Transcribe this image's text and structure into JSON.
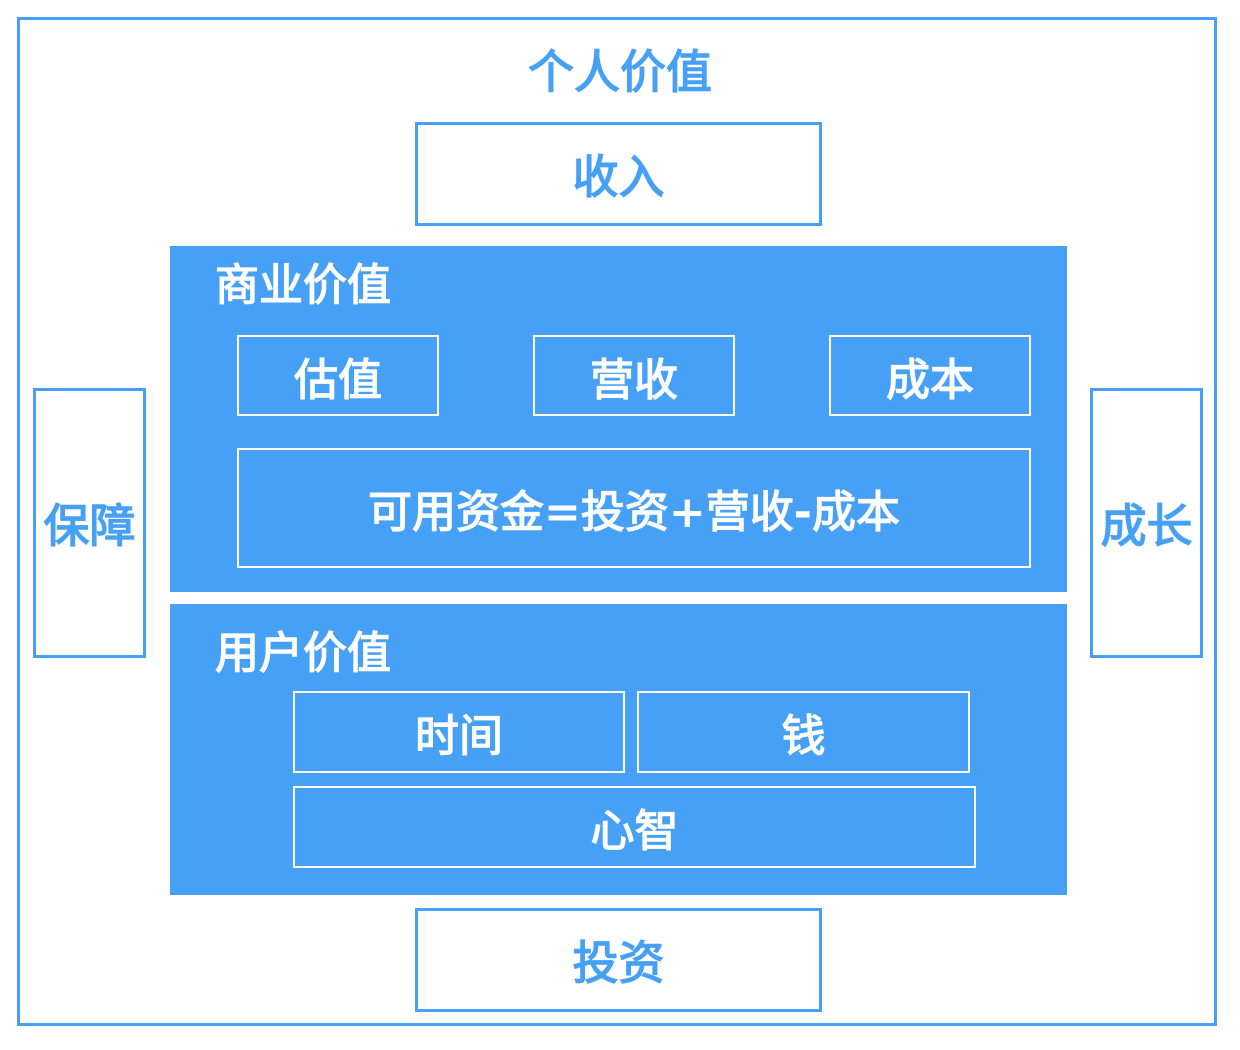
{
  "title": "个人价值",
  "income": "收入",
  "investment": "投资",
  "guarantee": "保障",
  "growth": "成长",
  "business": {
    "title": "商业价值",
    "items": [
      "估值",
      "营收",
      "成本"
    ],
    "formula": "可用资金=投资+营收-成本"
  },
  "user": {
    "title": "用户价值",
    "items": [
      "时间",
      "钱"
    ],
    "bottom": "心智"
  },
  "colors": {
    "accent": "#46a0f5",
    "background": "#ffffff",
    "panel_text": "#ffffff"
  }
}
